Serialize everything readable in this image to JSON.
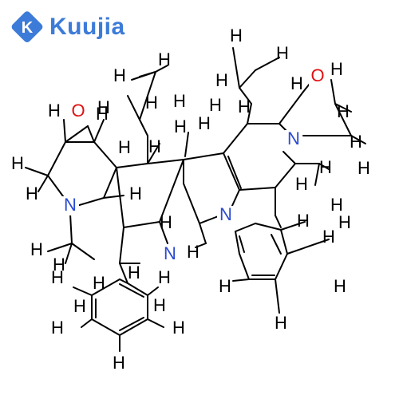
{
  "logo": {
    "text": "Kuujia",
    "mark": "K",
    "color": "#3d7bd8"
  },
  "colors": {
    "bond": "#000000",
    "carbon_h": "#000000",
    "nitrogen": "#2b4ad1",
    "oxygen": "#e01010"
  },
  "molecule": {
    "labels": {
      "N": "N",
      "O": "O",
      "H": "H"
    }
  }
}
